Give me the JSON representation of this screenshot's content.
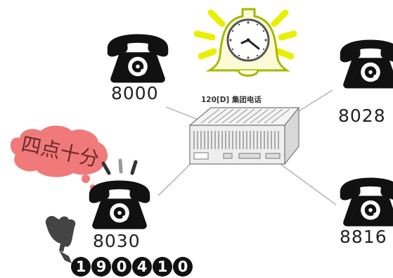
{
  "switch": {
    "caption": "120[D] 集团电话"
  },
  "bubble": {
    "text": "四点十分"
  },
  "extensions": [
    {
      "number": "8000"
    },
    {
      "number": "8028"
    },
    {
      "number": "8030"
    },
    {
      "number": "8816"
    }
  ],
  "dialed_digits": [
    "1",
    "9",
    "0",
    "4",
    "1",
    "0"
  ],
  "colors": {
    "phone": "#111111",
    "bell_glow": "#e8f000",
    "bell_outline": "#a7b800",
    "bubble": "#f07a7a",
    "connector": "#b8b8b8",
    "switch_body": "#eeeeee"
  },
  "icons": [
    "telephone-icon",
    "alarm-bell-clock-icon",
    "pbx-switch-icon",
    "pointing-hand-icon",
    "ringing-lines-icon"
  ]
}
